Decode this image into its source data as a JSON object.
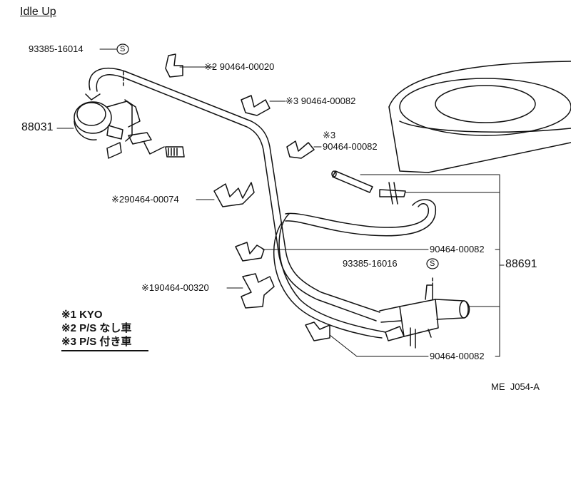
{
  "title": "Idle Up",
  "parts": {
    "p1": "93385-16014",
    "p2": "※2 90464-00020",
    "p3": "※3 90464-00082",
    "p4_mark": "※3",
    "p4_num": "90464-00082",
    "p5": "※290464-00074",
    "p6": "90464-00082",
    "p7": "93385-16016",
    "p8": "※190464-00320",
    "p9": "90464-00082",
    "assy_left": "88031",
    "assy_right": "88691",
    "s_mark": "S"
  },
  "legend": [
    "※1 KYO",
    "※2 P/S なし車",
    "※3 P/S 付き車"
  ],
  "drawing_code": "ME  J054-A"
}
